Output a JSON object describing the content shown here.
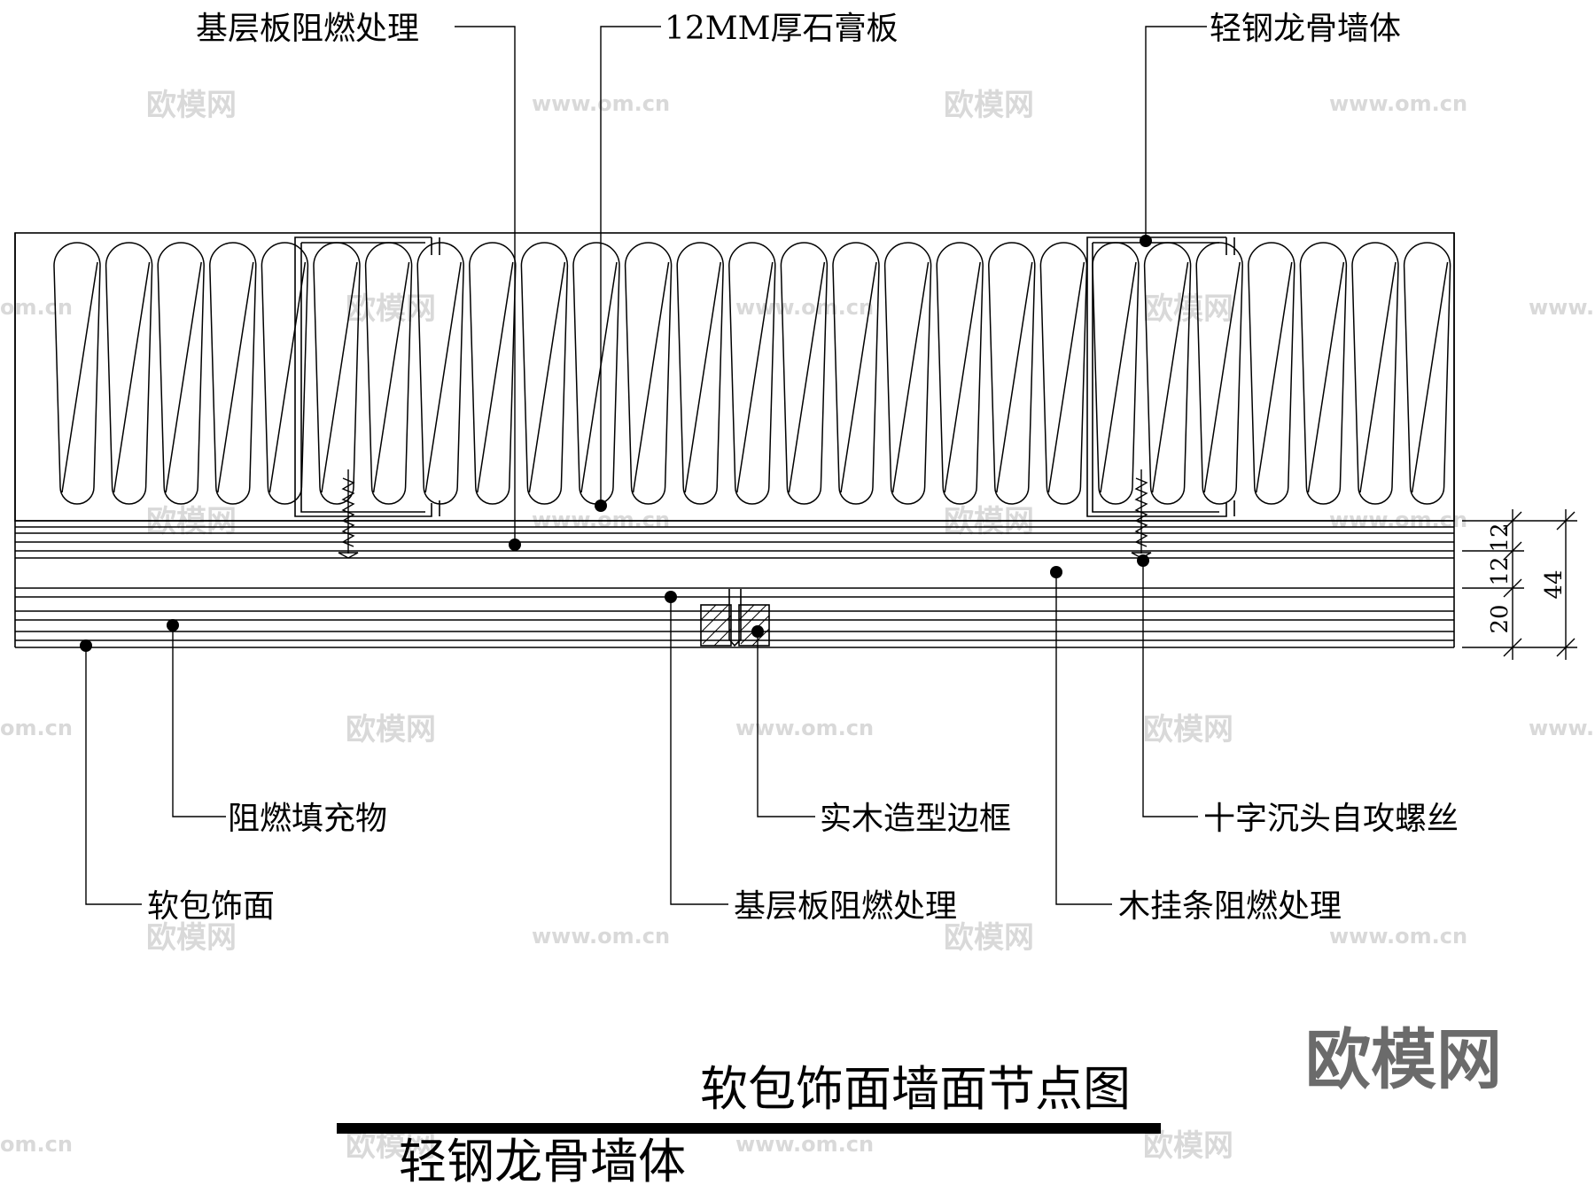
{
  "labels": {
    "top_left": "基层板阻燃处理",
    "top_middle": "12MM厚石膏板",
    "top_right": "轻钢龙骨墙体",
    "fire_filler": "阻燃填充物",
    "soft_face": "软包饰面",
    "wood_frame": "实木造型边框",
    "base_board_bottom": "基层板阻燃处理",
    "screw": "十字沉头自攻螺丝",
    "wood_strip": "木挂条阻燃处理"
  },
  "dimensions": {
    "d1": "12",
    "d2": "12",
    "d3": "20",
    "total": "44"
  },
  "title": {
    "main": "软包饰面墙面节点图",
    "sub": "轻钢龙骨墙体"
  },
  "watermark": {
    "logo": "欧模网",
    "url": "www.om.cn",
    "url_short": "om.cn"
  },
  "colors": {
    "line": "#000000",
    "watermark": "#d9d9d9",
    "logo": "#6b6b6b"
  }
}
